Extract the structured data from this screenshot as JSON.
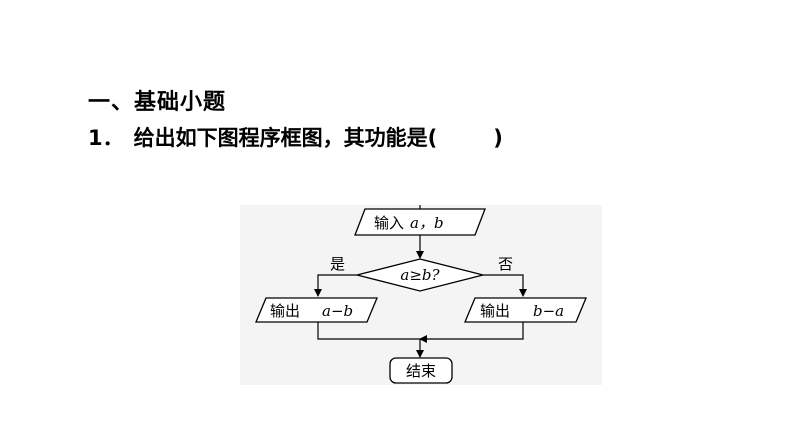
{
  "section": {
    "title": "一、基础小题"
  },
  "question": {
    "number": "1．",
    "text": "给出如下图程序框图，其功能是(",
    "close": ")"
  },
  "flowchart": {
    "input": {
      "label": "输入",
      "vars": "a，b"
    },
    "decision": {
      "text": "a≥b?"
    },
    "yes_label": "是",
    "no_label": "否",
    "output_left": {
      "label": "输出",
      "expr": "a−b"
    },
    "output_right": {
      "label": "输出",
      "expr": "b−a"
    },
    "end": {
      "label": "结束"
    }
  }
}
